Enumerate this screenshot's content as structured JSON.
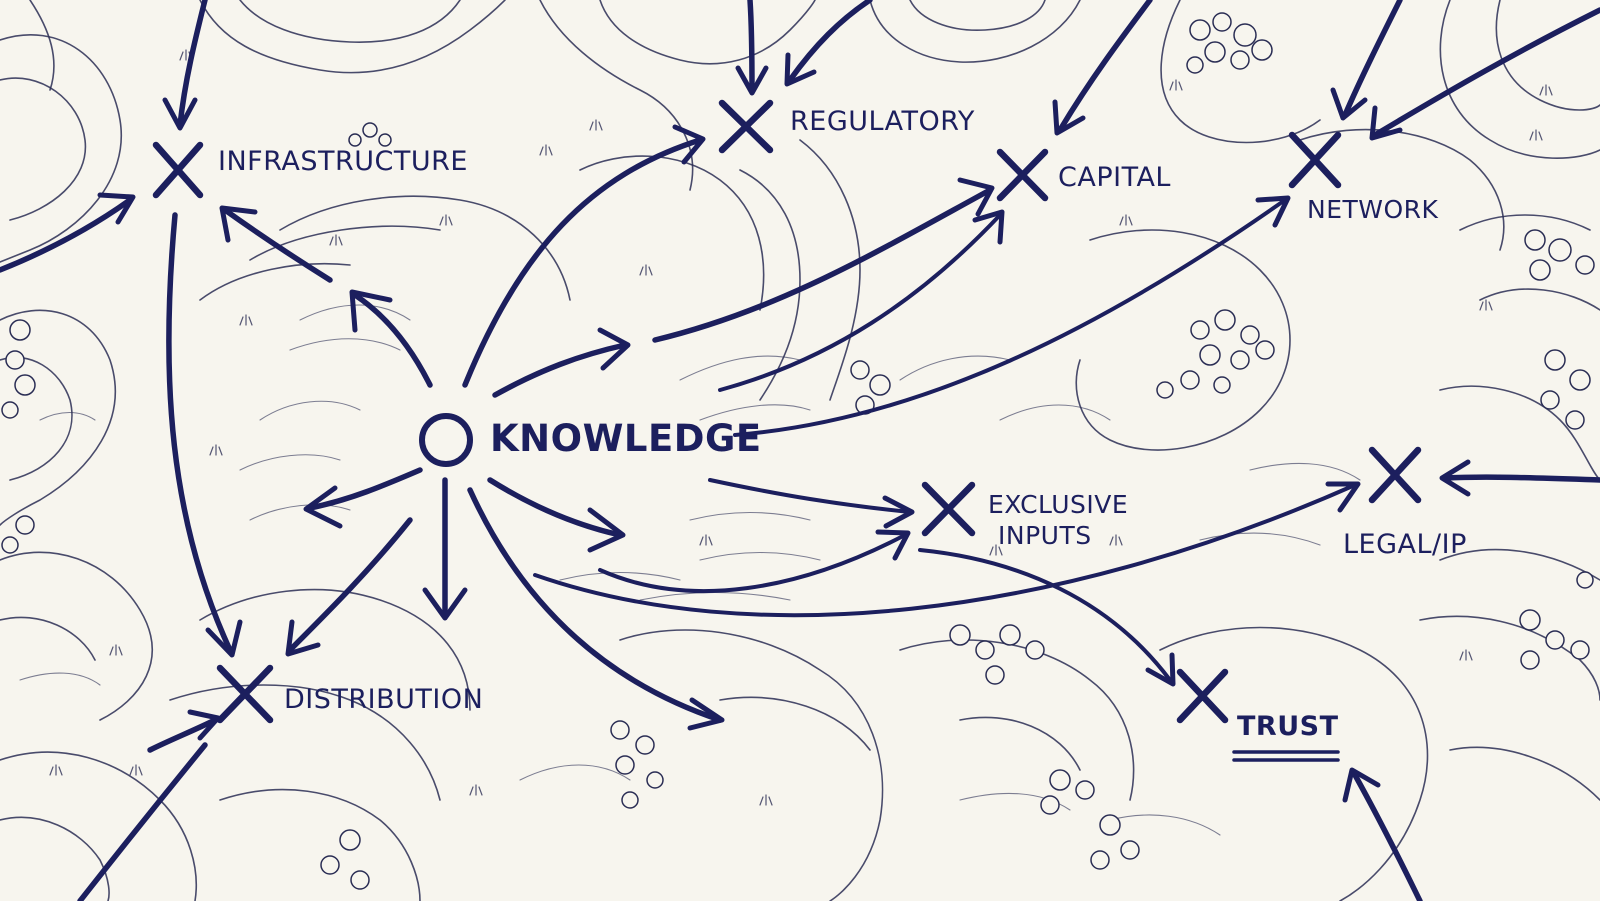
{
  "diagram": {
    "origin": {
      "label": "KNOWLEDGE"
    },
    "nodes": [
      {
        "id": "infrastructure",
        "label": "INFRASTRUCTURE"
      },
      {
        "id": "regulatory",
        "label": "REGULATORY"
      },
      {
        "id": "capital",
        "label": "CAPITAL"
      },
      {
        "id": "network",
        "label": "NETWORK"
      },
      {
        "id": "exclusive-inputs",
        "label_line1": "EXCLUSIVE",
        "label_line2": "INPUTS"
      },
      {
        "id": "legal-ip",
        "label": "LEGAL/IP"
      },
      {
        "id": "distribution",
        "label": "DISTRIBUTION"
      },
      {
        "id": "trust",
        "label": "TRUST"
      }
    ],
    "colors": {
      "ink": "#1c1f5e",
      "linework": "#2a2d54",
      "paper": "#f7f5ee"
    }
  }
}
